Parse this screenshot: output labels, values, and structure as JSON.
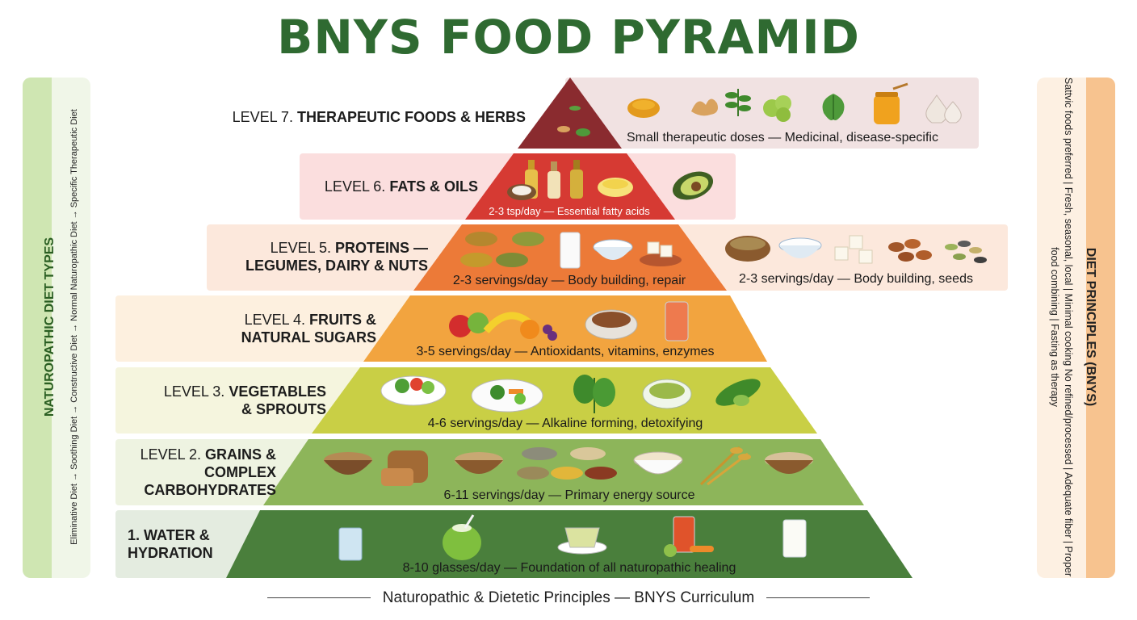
{
  "title": "BNYS FOOD PYRAMID",
  "left_panel": {
    "title": "NATUROPATHIC DIET TYPES",
    "sequence": "Eliminative Diet → Soothing Diet → Constructive Diet → Normal Naturopathic Diet → Specific Therapeutic Diet"
  },
  "right_panel": {
    "title": "DIET PRINCIPLES (BNYS)",
    "principles": "Sattvic foods preferred | Fresh, seasonal, local | Minimal cooking No refined/processed | Adequate fiber | Proper food combining | Fasting as therapy"
  },
  "levels": [
    {
      "number": "LEVEL 7.",
      "name": "THERAPEUTIC FOODS & HERBS",
      "note": "Small therapeutic doses — Medicinal, disease-specific",
      "color": "#8a2b2f",
      "band_color": "#f1e2e2",
      "icons": [
        "turmeric-icon",
        "ginger-icon",
        "neem-leaves-icon",
        "amla-icon",
        "tulsi-icon",
        "honey-icon",
        "garlic-icon"
      ]
    },
    {
      "number": "LEVEL 6.",
      "name": "FATS & OILS",
      "note": "2-3 tsp/day — Essential fatty acids",
      "color": "#d63a33",
      "band_color": "#fbdede",
      "icons": [
        "oil-bottle-icon",
        "coconut-icon",
        "ghee-icon",
        "avocado-icon"
      ]
    },
    {
      "number": "LEVEL 5.",
      "name_line1": "PROTEINS —",
      "name_line2": "LEGUMES, DAIRY & NUTS",
      "note": "2-3 servings/day — Body building, repair",
      "side_note": "2-3 servings/day — Body building, seeds",
      "color": "#ec7a38",
      "band_color": "#fce8dc",
      "icons": [
        "lentils-icon",
        "milk-icon",
        "curd-icon",
        "paneer-icon",
        "nuts-icon",
        "seeds-icon"
      ]
    },
    {
      "number": "LEVEL 4.",
      "name_line1": "FRUITS &",
      "name_line2": "NATURAL SUGARS",
      "note": "3-5 servings/day — Antioxidants, vitamins, enzymes",
      "color": "#f2a43f",
      "band_color": "#fdf0df",
      "icons": [
        "fruit-basket-icon",
        "dry-fruits-icon",
        "juice-icon"
      ]
    },
    {
      "number": "LEVEL 3.",
      "name_line1": "VEGETABLES",
      "name_line2": "& SPROUTS",
      "note": "4-6 servings/day — Alkaline forming, detoxifying",
      "color": "#c9cf45",
      "band_color": "#f5f5de",
      "icons": [
        "salad-icon",
        "vegetable-plate-icon",
        "spinach-icon",
        "sprouts-icon",
        "bitter-gourd-icon"
      ]
    },
    {
      "number": "LEVEL 2.",
      "name_line1": "GRAINS &",
      "name_line2": "COMPLEX",
      "name_line3": "CARBOHYDRATES",
      "note": "6-11 servings/day — Primary energy source",
      "color": "#8db55a",
      "band_color": "#eef3e1",
      "icons": [
        "grain-bowl-icon",
        "bread-icon",
        "millet-icon",
        "seeds-mix-icon",
        "oats-icon",
        "wheat-icon",
        "rice-icon"
      ]
    },
    {
      "number": "1.",
      "name_line1": "WATER &",
      "name_line2": "HYDRATION",
      "note": "8-10 glasses/day — Foundation of all naturopathic healing",
      "color": "#4a7f3c",
      "band_color": "#e4ece0",
      "icons": [
        "water-glass-icon",
        "coconut-water-icon",
        "green-tea-icon",
        "vegetable-juice-icon",
        "buttermilk-icon"
      ]
    }
  ],
  "footer": "Naturopathic & Dietetic Principles — BNYS Curriculum"
}
